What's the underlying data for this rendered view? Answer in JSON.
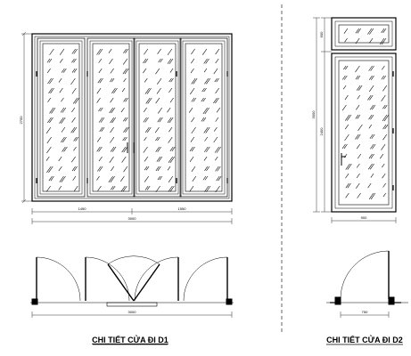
{
  "d1": {
    "title": "CHI TIẾT CỬA ĐI D1",
    "height_dim": "2700",
    "left_dim": "1450",
    "right_dim": "1550",
    "total_dim": "3000",
    "plan_dim": "3000"
  },
  "d2": {
    "title": "CHI TIẾT CỬA ĐI D2",
    "transom_dim": "600",
    "door_dim": "2400",
    "total_dim": "3000",
    "width_dim": "900",
    "plan_dim": "750"
  }
}
